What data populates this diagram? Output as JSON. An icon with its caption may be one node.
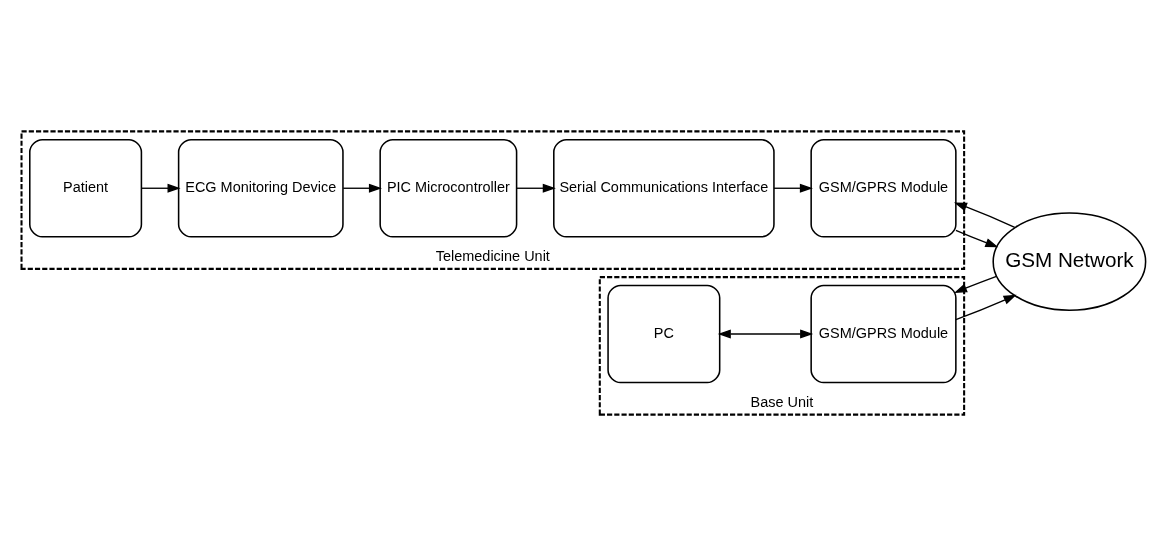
{
  "diagram": {
    "nodes": [
      {
        "text": [
          "Telemedicine Unit"
        ]
      },
      {
        "text": [
          "Patient"
        ],
        "in": 0
      },
      {
        "text": [
          "ECG Monitoring Device"
        ],
        "in": 0
      },
      {
        "text": [
          "PIC Microcontroller"
        ],
        "in": 0
      },
      {
        "text": [
          "Serial Communications Interface"
        ],
        "in": 0
      },
      {
        "text": [
          "GSM/GPRS Module"
        ],
        "in": 0
      },
      {
        "text": [
          "Base Unit"
        ]
      },
      {
        "text": [
          "PC"
        ],
        "in": 6
      },
      {
        "text": [
          "GSM/GPRS Module"
        ],
        "in": 6
      },
      {
        "text": [
          "GSM Network"
        ]
      }
    ],
    "edges": [
      {
        "from": 1,
        "to": 2,
        "arrow": "to"
      },
      {
        "from": 2,
        "to": 3,
        "arrow": "to"
      },
      {
        "from": 3,
        "to": 4,
        "arrow": "to"
      },
      {
        "from": 4,
        "to": 5,
        "arrow": "to"
      },
      {
        "from": 5,
        "to": 9,
        "arrow": "to"
      },
      {
        "from": 9,
        "to": 5,
        "arrow": "to"
      },
      {
        "from": 7,
        "to": 8,
        "arrow": "both"
      },
      {
        "from": 8,
        "to": 9,
        "arrow": "to"
      },
      {
        "from": 9,
        "to": 8,
        "arrow": "to"
      }
    ]
  }
}
